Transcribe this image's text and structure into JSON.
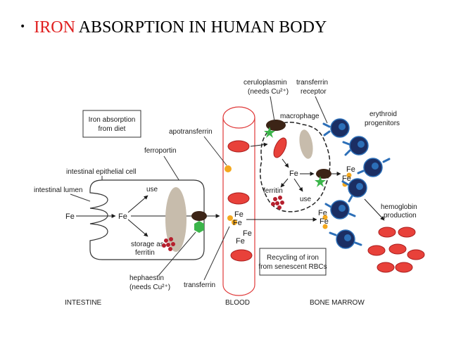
{
  "title": {
    "bullet": "•",
    "highlight": "IRON",
    "rest": " ABSORPTION IN HUMAN BODY"
  },
  "colors": {
    "highlight": "#e02020",
    "rbc": "#e8413a",
    "receptor": "#2c6fb8",
    "progenitor": "#1b2e63",
    "macrophage_dot": "#3c2416",
    "ceruloplasmin": "#3bb54a",
    "iron_dot": "#f4a81d"
  },
  "labels": {
    "iron_absorption_box": [
      "Iron absorption",
      "from diet"
    ],
    "ferroportin": "ferroportin",
    "intestinal_cell": "intestinal epithelial cell",
    "intestinal_lumen": "intestinal lumen",
    "fe": "Fe",
    "use": "use",
    "storage": [
      "storage as",
      "ferritin"
    ],
    "hephaestin": [
      "hephaestin",
      "(needs Cu²⁺)"
    ],
    "apotransferrin": "apotransferrin",
    "ceruloplasmin": [
      "ceruloplasmin",
      "(needs Cu²⁺)"
    ],
    "transferrin_receptor": [
      "transferrin",
      "receptor"
    ],
    "macrophage": "macrophage",
    "erythroid": [
      "erythroid",
      "progenitors"
    ],
    "ferritin": "ferritin",
    "hemoglobin": [
      "hemoglobin",
      "production"
    ],
    "recycling_box": [
      "Recycling of iron",
      "from senescent RBCs"
    ],
    "transferrin": "transferrin",
    "intestine": "INTESTINE",
    "blood": "BLOOD",
    "bone_marrow": "BONE MARROW"
  }
}
